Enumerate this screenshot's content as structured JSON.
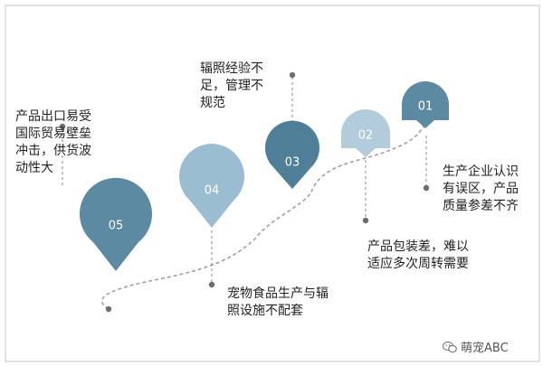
{
  "items": [
    {
      "num": "01",
      "text": "生产企业认识\n有误区，产品\n质量参差不齐"
    },
    {
      "num": "02",
      "text": "产品包装差，难以\n适应多次周转需要"
    },
    {
      "num": "03",
      "text": "辐照经验不\n足，管理不\n规范"
    },
    {
      "num": "04",
      "text": "宠物食品生产与辐\n照设施不配套"
    },
    {
      "num": "05",
      "text": "产品出口易受\n国际贸易壁垒\n冲击，供货波\n动性大"
    }
  ],
  "watermark": {
    "text": "萌宠ABC",
    "icon": "wechat-icon"
  },
  "colors": {
    "dark": "#4f7f98",
    "mid": "#5d8aa3",
    "light": "#9bbdd1",
    "lightest": "#b3ccdb",
    "frame": "#c5cacd",
    "line": "#9a9a9a",
    "dot": "#6d6d6d"
  }
}
